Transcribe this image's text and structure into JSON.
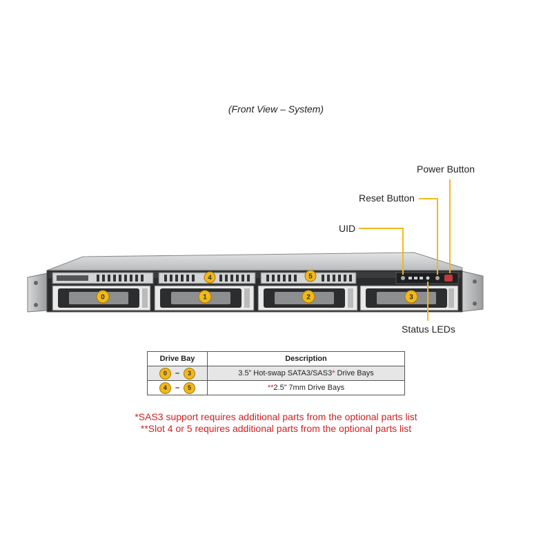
{
  "caption": "(Front View – System)",
  "callouts": {
    "power_button": "Power Button",
    "reset_button": "Reset Button",
    "uid": "UID",
    "status_leds": "Status LEDs"
  },
  "drive_labels": [
    "0",
    "1",
    "2",
    "3",
    "4",
    "5"
  ],
  "table": {
    "headers": {
      "bay": "Drive Bay",
      "description": "Description"
    },
    "rows": [
      {
        "from": "0",
        "to": "3",
        "dash": "–",
        "desc_prefix": "3.5” Hot-swap SATA3/SAS3",
        "desc_mark": "*",
        "desc_suffix": " Drive Bays"
      },
      {
        "from": "4",
        "to": "5",
        "dash": "–",
        "desc_prefix": "",
        "desc_mark": "**",
        "desc_suffix": "2.5” 7mm Drive Bays"
      }
    ]
  },
  "notes": [
    "*SAS3 support requires additional parts from the optional parts list",
    "**Slot 4 or 5 requires additional parts from the optional parts list"
  ],
  "colors": {
    "callout_line": "#f2b81c",
    "badge": "#f2b81c",
    "note_text": "#d21f1f",
    "chassis": "#c9cbcd"
  }
}
